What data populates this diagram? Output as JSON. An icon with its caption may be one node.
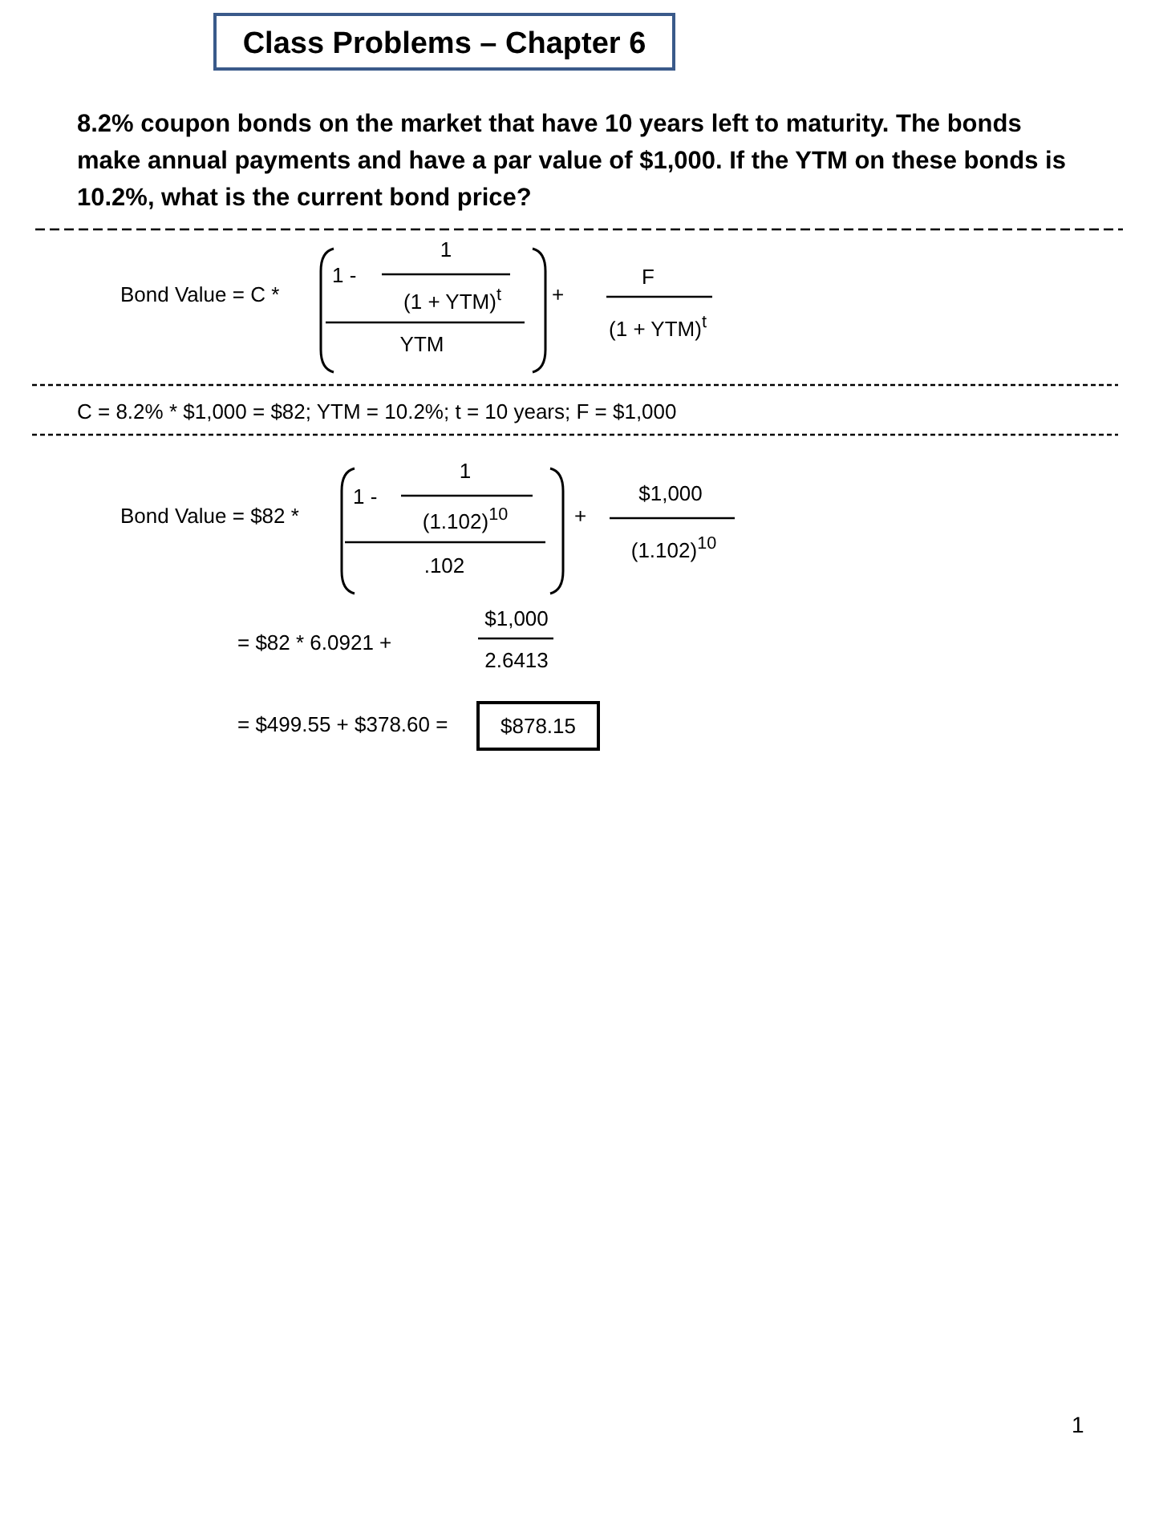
{
  "diagram": {
    "title": "Class Problems – Chapter 6",
    "nodes": [
      {
        "text": [
          "$878.15"
        ]
      }
    ],
    "edges": [],
    "labels": [
      "8.2% coupon bonds on the market that have 10 years left to maturity. The bonds make annual payments and have a par value of $1,000. If the YTM on these bonds is 10.2%, what is the current bond price?",
      "1",
      "1 -",
      "F",
      "Bond Value = C *",
      "(1 + YTM)$^{t}$",
      "+",
      "(1 + YTM)$^{t}$",
      "YTM",
      "C = 8.2% * $1,000 = $82; YTM = 10.2%; t = 10 years; F = $1,000",
      "1",
      "1 -",
      "$1,000",
      "Bond Value = $82 *",
      "(1.102)$^{10}$",
      "+",
      "(1.102)$^{10}$",
      ".102",
      "$1,000",
      "= $82 * 6.0921 +",
      "2.6413",
      "= $499.55 + $378.60 =",
      "1"
    ]
  }
}
